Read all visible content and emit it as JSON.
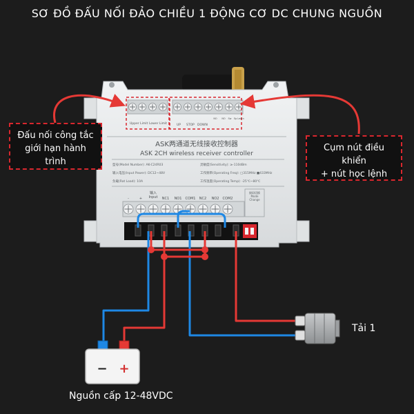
{
  "title": "SƠ ĐỒ ĐẤU NỐI ĐẢO CHIỀU 1 ĐỘNG CƠ DC CHUNG NGUỒN",
  "callouts": {
    "left": {
      "line1": "Đấu nối công tắc",
      "line2": "giới hạn hành trình"
    },
    "right": {
      "line1": "Cụm nút điều khiển",
      "line2": "+ nút học lệnh"
    }
  },
  "device": {
    "brand_text": "ASK两通道无线接收控制器",
    "subtitle": "ASK 2CH wireless receiver controller",
    "spec_lines": [
      "型号(Model Number): AK-C24R03",
      "输入电压(Input Power): DC12~48V",
      "负载(Rat Load): 10A",
      "灵敏度(Sensitivity): ≥-110dBm",
      "工作频率(Operating Freq): □315MHz ■433MHz",
      "工作温度(Operating Temp): -25℃~80℃"
    ],
    "top_left_labels": [
      "Upper Limit",
      "Lower Limit"
    ],
    "top_right_labels": [
      "UP",
      "STOP",
      "DOWN"
    ],
    "top_right_small": [
      "NO",
      "NO",
      "Sw",
      "Sp",
      "Learn"
    ],
    "terminal_labels": [
      "-",
      "+",
      "输入\nInput",
      "NC1",
      "NO1",
      "COM1",
      "NC2",
      "NO2",
      "COM2"
    ],
    "mode_label": "拨码切换\nMode\nChange"
  },
  "load": {
    "label": "Tải 1"
  },
  "power": {
    "label": "Nguồn cấp 12-48VDC",
    "minus": "−",
    "plus": "+"
  },
  "colors": {
    "wire_blue": "#1e88e5",
    "wire_red": "#e53935",
    "callout_border": "#d9272e",
    "background": "#1c1c1c",
    "housing": "#e7e9ea"
  }
}
